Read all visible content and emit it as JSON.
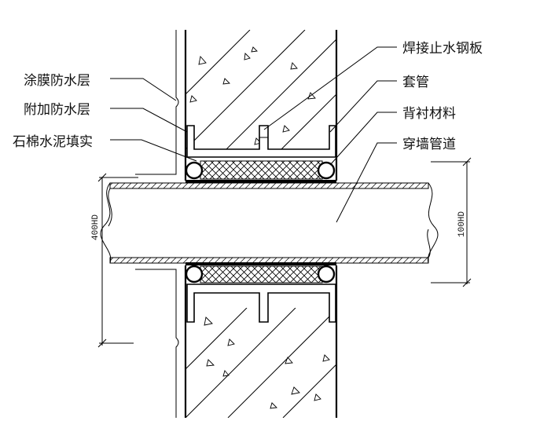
{
  "labels": {
    "coating_waterproof_layer": "涂膜防水层",
    "additional_waterproof_layer": "附加防水层",
    "asbestos_cement_fill": "石棉水泥填实",
    "welded_water_stop_plate": "焊接止水钢板",
    "casing": "套管",
    "backing_material": "背衬材料",
    "wall_penetrating_pipe": "穿墙管道"
  },
  "dimensions": {
    "casing_diameter": "400HD",
    "pipe_diameter": "100HD"
  },
  "colors": {
    "line": "#000000",
    "background": "#ffffff"
  }
}
